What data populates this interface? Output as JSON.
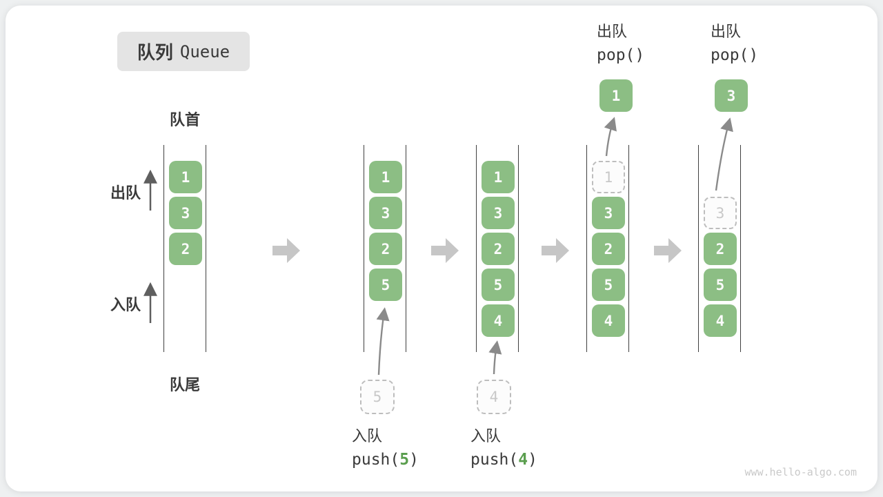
{
  "title": {
    "zh": "队列",
    "en": "Queue"
  },
  "labels": {
    "front": "队首",
    "rear": "队尾",
    "dequeue": "出队",
    "enqueue": "入队"
  },
  "ops": {
    "push5": {
      "label": "入队",
      "call_pre": "push(",
      "arg": "5",
      "call_post": ")"
    },
    "push4": {
      "label": "入队",
      "call_pre": "push(",
      "arg": "4",
      "call_post": ")"
    },
    "pop1": {
      "label": "出队",
      "call": "pop()"
    },
    "pop2": {
      "label": "出队",
      "call": "pop()"
    }
  },
  "queues": [
    {
      "cells": [
        "1",
        "3",
        "2"
      ]
    },
    {
      "cells": [
        "1",
        "3",
        "2",
        "5"
      ],
      "incoming": "5"
    },
    {
      "cells": [
        "1",
        "3",
        "2",
        "5",
        "4"
      ],
      "incoming": "4"
    },
    {
      "ghost": "1",
      "cells": [
        "3",
        "2",
        "5",
        "4"
      ],
      "popped": "1"
    },
    {
      "ghost": "3",
      "cells": [
        "2",
        "5",
        "4"
      ],
      "popped": "3"
    }
  ],
  "colors": {
    "cell_green": "#8cbe84",
    "arg_green": "#5a9e4e",
    "ghost_gray": "#bdbdbd"
  },
  "watermark": "www.hello-algo.com"
}
